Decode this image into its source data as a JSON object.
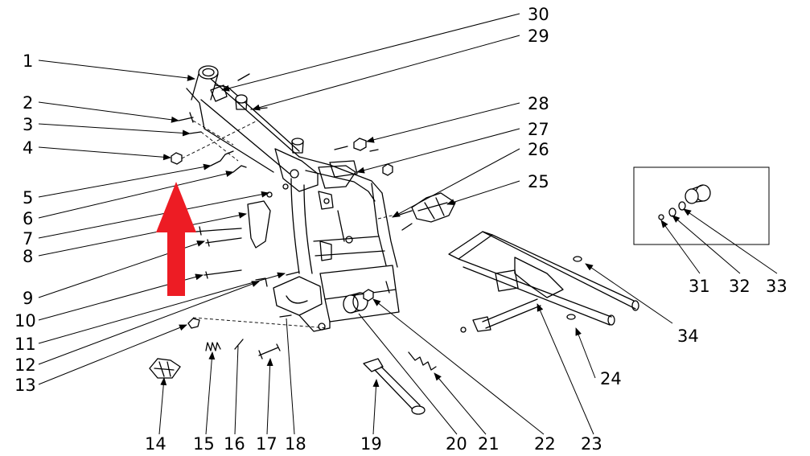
{
  "diagram": {
    "labels": [
      "1",
      "2",
      "3",
      "4",
      "5",
      "6",
      "7",
      "8",
      "9",
      "10",
      "11",
      "12",
      "13",
      "14",
      "15",
      "16",
      "17",
      "18",
      "19",
      "20",
      "21",
      "22",
      "23",
      "24",
      "25",
      "26",
      "27",
      "28",
      "29",
      "30",
      "31",
      "32",
      "33",
      "34"
    ],
    "arrow_color": "#ed1c24",
    "line_color": "#000000"
  }
}
